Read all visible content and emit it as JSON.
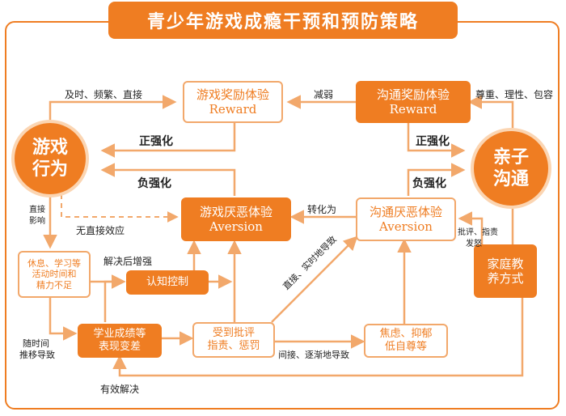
{
  "title": "青少年游戏成瘾干预和预防策略",
  "nodes": {
    "game_reward": {
      "line1": "游戏奖励体验",
      "line2": "Reward"
    },
    "comm_reward": {
      "line1": "沟通奖励体验",
      "line2": "Reward"
    },
    "game_aversion": {
      "line1": "游戏厌恶体验",
      "line2": "Aversion"
    },
    "comm_aversion": {
      "line1": "沟通厌恶体验",
      "line2": "Aversion"
    },
    "game_behavior": {
      "line1": "游戏",
      "line2": "行为"
    },
    "parent_comm": {
      "line1": "亲子",
      "line2": "沟通"
    },
    "rest_study": {
      "line1": "休息、学习等",
      "line2": "活动时间和",
      "line3": "精力不足"
    },
    "cognitive_control": "认知控制",
    "academic": {
      "line1": "学业成绩等",
      "line2": "表现变差"
    },
    "criticism": {
      "line1": "受到批评",
      "line2": "指责、惩罚"
    },
    "anxiety": {
      "line1": "焦虑、抑郁",
      "line2": "低自尊等"
    },
    "family_edu": {
      "line1": "家庭教",
      "line2": "养方式"
    }
  },
  "labels": {
    "timely": "及时、频繁、直接",
    "weaken": "减弱",
    "respect": "尊重、理性、包容",
    "pos_reinf_left": "正强化",
    "pos_reinf_right": "正强化",
    "neg_reinf_left": "负强化",
    "neg_reinf_right": "负强化",
    "transform": "转化为",
    "no_direct_effect": "无直接效应",
    "direct_influence_1": "直接",
    "direct_influence_2": "影响",
    "solve_enhance": "解决后增强",
    "direct_realtime": "直接、实时地导致",
    "criticize_1": "批评、指责",
    "criticize_2": "发怒",
    "over_time_1": "随时间",
    "over_time_2": "推移导致",
    "indirect": "间接、逐渐地导致",
    "effective": "有效解决"
  },
  "colors": {
    "accent": "#ef7d22",
    "light": "#f2a86b",
    "ring": "#fbd5b2"
  }
}
